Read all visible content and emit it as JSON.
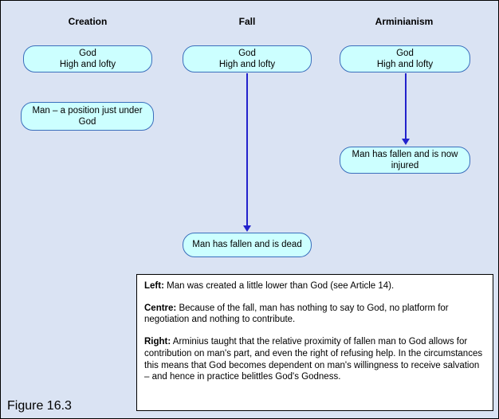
{
  "figure_label": "Figure 16.3",
  "columns": [
    {
      "header": "Creation",
      "god_box": "God\nHigh and lofty",
      "second_box": "Man – a position just under God"
    },
    {
      "header": "Fall",
      "god_box": "God\nHigh and lofty",
      "second_box": "Man has fallen and is dead"
    },
    {
      "header": "Arminianism",
      "god_box": "God\nHigh and lofty",
      "second_box": "Man has fallen and is now injured"
    }
  ],
  "notes": {
    "paragraphs": [
      {
        "label": "Left:",
        "text": "Man was created a little lower than God (see Article 14)."
      },
      {
        "label": "Centre:",
        "text": "Because of the fall, man has nothing to say to God, no platform for negotiation and nothing to contribute."
      },
      {
        "label": "Right:",
        "text": "Arminius taught that the relative proximity of fallen man to God allows for contribution on man's part, and even the right of refusing help.  In the circumstances this means that God becomes dependent on man's willingness to receive salvation – and hence in practice belittles God's Godness."
      }
    ]
  },
  "colors": {
    "background": "#dae3f3",
    "box_fill": "#ccffff",
    "box_border": "#3a6ebc",
    "arrow": "#2222cc",
    "notes_background": "#ffffff"
  }
}
